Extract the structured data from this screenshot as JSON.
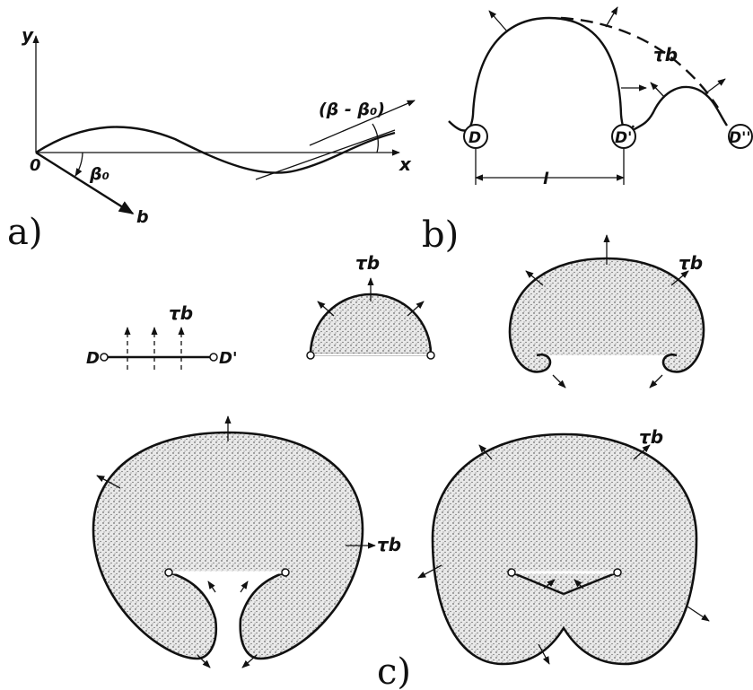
{
  "panel_a": {
    "label": "a)",
    "y_axis": "y",
    "x_axis": "x",
    "origin": "0",
    "beta0": "β₀",
    "angle": "(β - β₀)",
    "burgers": "b"
  },
  "panel_b": {
    "label": "b)",
    "force": "τb",
    "node_d": "D",
    "node_d1": "D'",
    "node_d2": "D''",
    "length": "l"
  },
  "panel_c": {
    "label": "c)",
    "force": "τb",
    "node_d": "D",
    "node_d1": "D'"
  }
}
